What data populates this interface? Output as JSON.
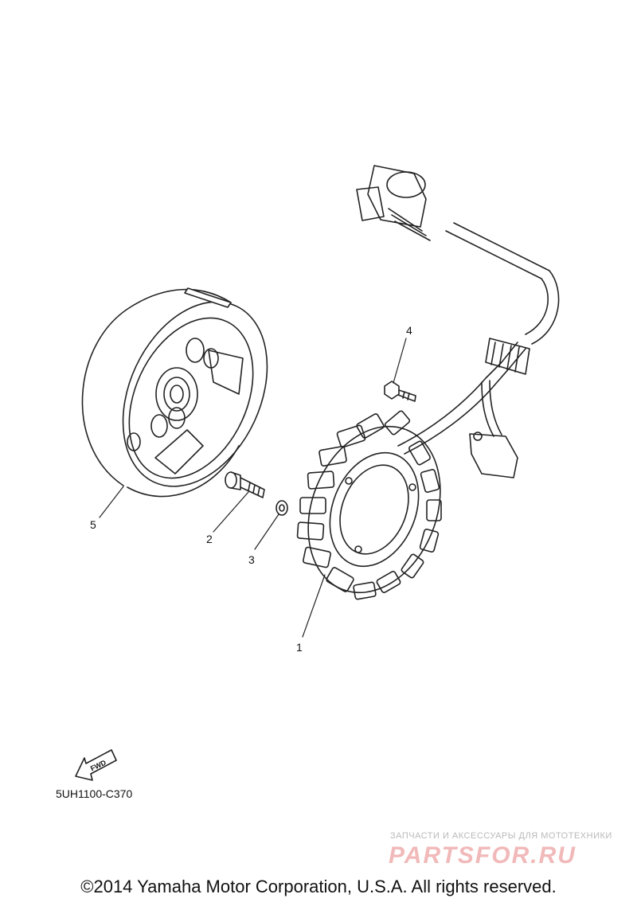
{
  "callouts": {
    "c1": "1",
    "c2": "2",
    "c3": "3",
    "c4": "4",
    "c5": "5"
  },
  "fwd_label": "FWD",
  "drawing_code": "5UH1100-C370",
  "watermark": {
    "tagline": "ЗАПЧАСТИ И АКСЕССУАРЫ ДЛЯ МОТОТЕХНИКИ",
    "brand": "PARTSFOR.RU"
  },
  "copyright": "©2014 Yamaha Motor Corporation, U.S.A. All rights reserved."
}
